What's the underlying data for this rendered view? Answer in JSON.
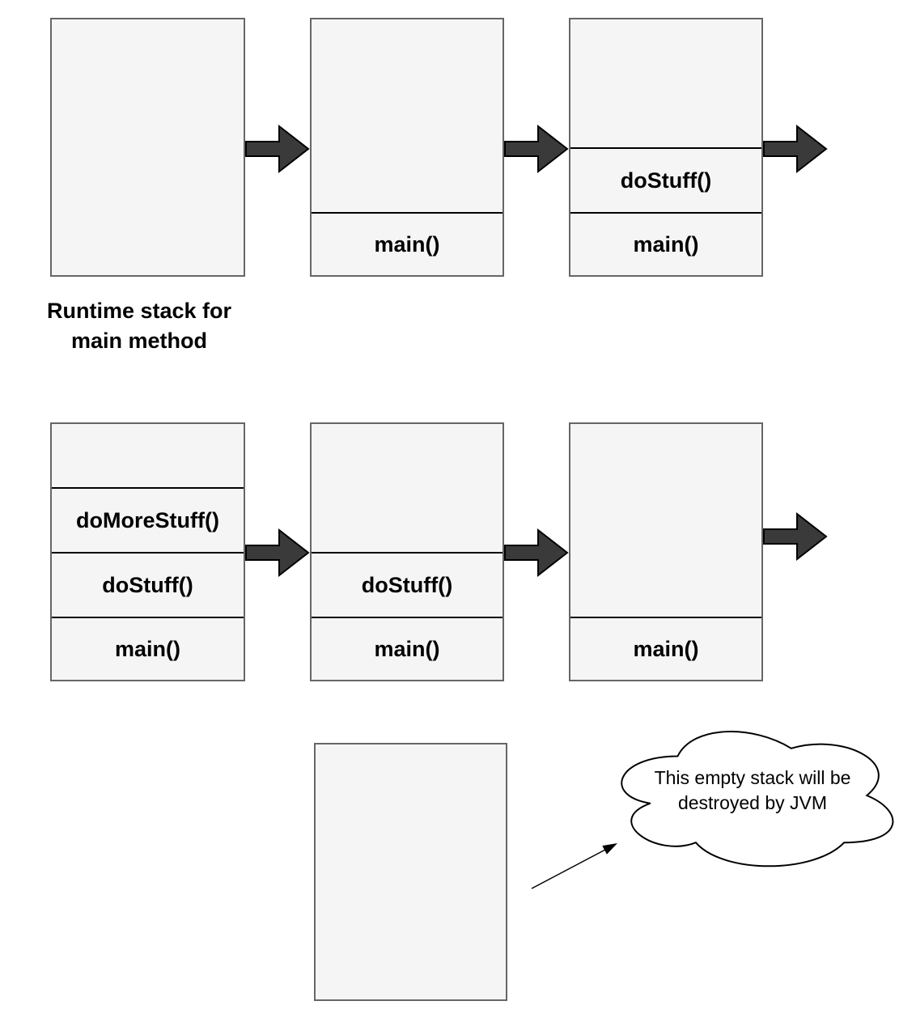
{
  "caption": {
    "line1": "Runtime stack for",
    "line2": "main method"
  },
  "callout": {
    "line1": "This empty stack will be",
    "line2": "destroyed by JVM"
  },
  "stacks": [
    {
      "name": "stage-1",
      "frames": []
    },
    {
      "name": "stage-2",
      "frames": [
        "main()"
      ]
    },
    {
      "name": "stage-3",
      "frames": [
        "doStuff()",
        "main()"
      ]
    },
    {
      "name": "stage-4",
      "frames": [
        "doMoreStuff()",
        "doStuff()",
        "main()"
      ]
    },
    {
      "name": "stage-5",
      "frames": [
        "doStuff()",
        "main()"
      ]
    },
    {
      "name": "stage-6",
      "frames": [
        "main()"
      ]
    },
    {
      "name": "stage-7",
      "frames": []
    }
  ],
  "colors": {
    "box_fill": "#f5f5f5",
    "box_border": "#666666",
    "arrow_fill": "#3a3a3a",
    "outline": "#000000",
    "background": "#ffffff"
  }
}
